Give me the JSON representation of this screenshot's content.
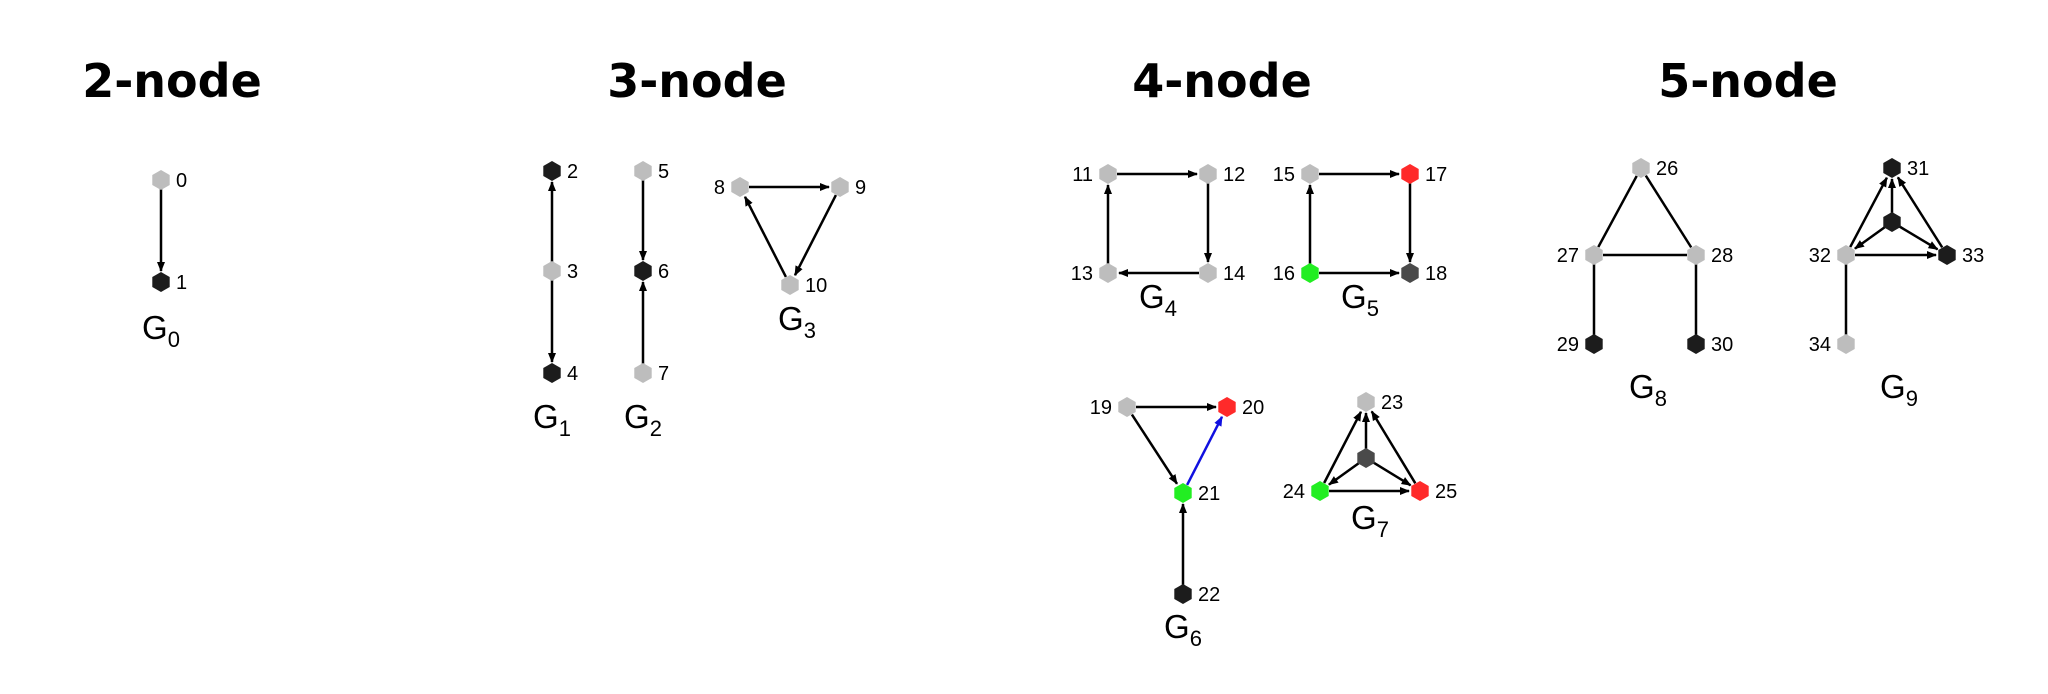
{
  "sections": [
    {
      "title": "2-node"
    },
    {
      "title": "3-node"
    },
    {
      "title": "4-node"
    },
    {
      "title": "5-node"
    }
  ],
  "colors": {
    "gray": "#bdbdbd",
    "black": "#1c1c1c",
    "dark_gray": "#4a4a4a",
    "red": "#ff2a2a",
    "green": "#22ee22",
    "edge": "#000000",
    "blue_edge": "#1010e0"
  },
  "nodes": [
    {
      "id": "0",
      "color": "gray"
    },
    {
      "id": "1",
      "color": "black"
    },
    {
      "id": "2",
      "color": "black"
    },
    {
      "id": "3",
      "color": "gray"
    },
    {
      "id": "4",
      "color": "black"
    },
    {
      "id": "5",
      "color": "gray"
    },
    {
      "id": "6",
      "color": "black"
    },
    {
      "id": "7",
      "color": "gray"
    },
    {
      "id": "8",
      "color": "gray"
    },
    {
      "id": "9",
      "color": "gray"
    },
    {
      "id": "10",
      "color": "gray"
    },
    {
      "id": "11",
      "color": "gray"
    },
    {
      "id": "12",
      "color": "gray"
    },
    {
      "id": "13",
      "color": "gray"
    },
    {
      "id": "14",
      "color": "gray"
    },
    {
      "id": "15",
      "color": "gray"
    },
    {
      "id": "16",
      "color": "green"
    },
    {
      "id": "17",
      "color": "red"
    },
    {
      "id": "18",
      "color": "dark_gray"
    },
    {
      "id": "19",
      "color": "gray"
    },
    {
      "id": "20",
      "color": "red"
    },
    {
      "id": "21",
      "color": "green"
    },
    {
      "id": "22",
      "color": "black"
    },
    {
      "id": "23",
      "color": "gray"
    },
    {
      "id": "24",
      "color": "green"
    },
    {
      "id": "25",
      "color": "red"
    },
    {
      "id": "26",
      "color": "gray"
    },
    {
      "id": "27",
      "color": "gray"
    },
    {
      "id": "28",
      "color": "gray"
    },
    {
      "id": "29",
      "color": "black"
    },
    {
      "id": "30",
      "color": "black"
    },
    {
      "id": "31",
      "color": "black"
    },
    {
      "id": "32",
      "color": "gray"
    },
    {
      "id": "33",
      "color": "black"
    },
    {
      "id": "34",
      "color": "gray"
    }
  ],
  "hub_nodes": [
    {
      "graph": "G7",
      "color": "dark_gray"
    },
    {
      "graph": "G9",
      "color": "black"
    }
  ],
  "edges": [
    {
      "from": "0",
      "to": "1",
      "directed": true
    },
    {
      "from": "3",
      "to": "2",
      "directed": true
    },
    {
      "from": "3",
      "to": "4",
      "directed": true
    },
    {
      "from": "5",
      "to": "6",
      "directed": true
    },
    {
      "from": "7",
      "to": "6",
      "directed": true
    },
    {
      "from": "8",
      "to": "9",
      "directed": true
    },
    {
      "from": "9",
      "to": "10",
      "directed": true
    },
    {
      "from": "10",
      "to": "8",
      "directed": true
    },
    {
      "from": "11",
      "to": "12",
      "directed": true
    },
    {
      "from": "12",
      "to": "14",
      "directed": true
    },
    {
      "from": "14",
      "to": "13",
      "directed": true
    },
    {
      "from": "13",
      "to": "11",
      "directed": true
    },
    {
      "from": "15",
      "to": "17",
      "directed": true
    },
    {
      "from": "17",
      "to": "18",
      "directed": true
    },
    {
      "from": "16",
      "to": "18",
      "directed": true
    },
    {
      "from": "16",
      "to": "15",
      "directed": true
    },
    {
      "from": "19",
      "to": "20",
      "directed": true
    },
    {
      "from": "19",
      "to": "21",
      "directed": true
    },
    {
      "from": "21",
      "to": "20",
      "directed": true,
      "color": "blue_edge"
    },
    {
      "from": "22",
      "to": "21",
      "directed": true
    },
    {
      "from": "24",
      "to": "23",
      "directed": true
    },
    {
      "from": "25",
      "to": "23",
      "directed": true
    },
    {
      "from": "24",
      "to": "25",
      "directed": true
    },
    {
      "from": "hub7",
      "to": "23",
      "directed": true
    },
    {
      "from": "hub7",
      "to": "24",
      "directed": true
    },
    {
      "from": "hub7",
      "to": "25",
      "directed": true
    },
    {
      "from": "26",
      "to": "27",
      "directed": false
    },
    {
      "from": "26",
      "to": "28",
      "directed": false
    },
    {
      "from": "27",
      "to": "28",
      "directed": false
    },
    {
      "from": "27",
      "to": "29",
      "directed": false
    },
    {
      "from": "28",
      "to": "30",
      "directed": false
    },
    {
      "from": "32",
      "to": "31",
      "directed": true
    },
    {
      "from": "33",
      "to": "31",
      "directed": true
    },
    {
      "from": "32",
      "to": "33",
      "directed": true
    },
    {
      "from": "hub9",
      "to": "31",
      "directed": true
    },
    {
      "from": "hub9",
      "to": "32",
      "directed": true
    },
    {
      "from": "hub9",
      "to": "33",
      "directed": true
    },
    {
      "from": "32",
      "to": "34",
      "directed": false
    }
  ],
  "graph_labels": [
    {
      "name": "G",
      "sub": "0"
    },
    {
      "name": "G",
      "sub": "1"
    },
    {
      "name": "G",
      "sub": "2"
    },
    {
      "name": "G",
      "sub": "3"
    },
    {
      "name": "G",
      "sub": "4"
    },
    {
      "name": "G",
      "sub": "5"
    },
    {
      "name": "G",
      "sub": "6"
    },
    {
      "name": "G",
      "sub": "7"
    },
    {
      "name": "G",
      "sub": "8"
    },
    {
      "name": "G",
      "sub": "9"
    }
  ]
}
